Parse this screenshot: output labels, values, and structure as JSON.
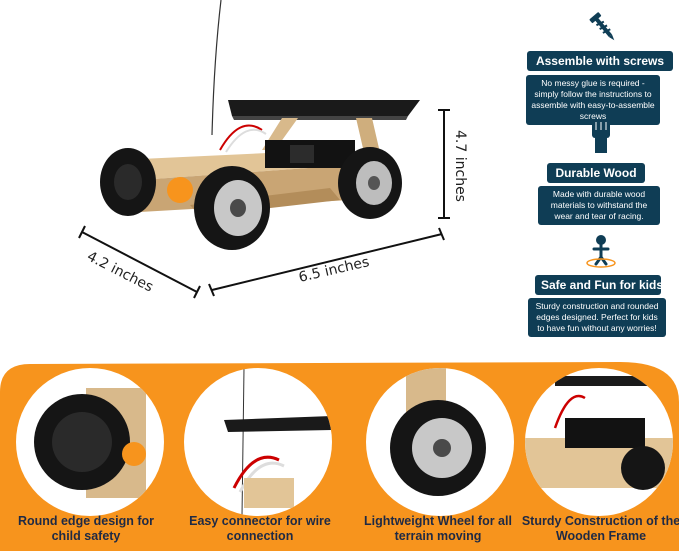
{
  "dimensions": {
    "height": "4.7 inches",
    "width": "4.2 inches",
    "length": "6.5 inches"
  },
  "features": [
    {
      "title": "Assemble with screws",
      "desc": "No messy glue is required - simply follow the instructions to assemble with easy-to-assemble screws",
      "icon": "screw-icon"
    },
    {
      "title": "Durable Wood",
      "desc": "Made with durable wood materials to withstand the wear and tear of racing.",
      "icon": "fist-icon"
    },
    {
      "title": "Safe and Fun for kids",
      "desc": "Sturdy construction and rounded edges designed. Perfect for kids to have fun without any worries!",
      "icon": "kid-icon"
    }
  ],
  "highlights": [
    {
      "caption": "Round edge design for child safety",
      "image": "wheel-closeup"
    },
    {
      "caption": "Easy connector for wire connection",
      "image": "connector-closeup"
    },
    {
      "caption": "Lightweight Wheel for all terrain moving",
      "image": "wheel-side"
    },
    {
      "caption": "Sturdy Construction of the Wooden Frame",
      "image": "frame-closeup"
    }
  ],
  "colors": {
    "accent_orange": "#f7941d",
    "navy": "#0f3d55",
    "wood": "#d9b98a",
    "tire": "#151515"
  }
}
